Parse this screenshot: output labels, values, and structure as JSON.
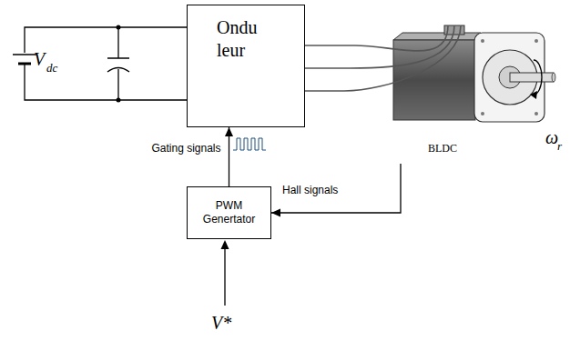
{
  "diagram": {
    "nodes": [
      {
        "text": [
          "Ondu leur"
        ]
      },
      {
        "text": [
          "PWM Genertator"
        ]
      },
      {
        "text": [
          "BLDC"
        ]
      }
    ],
    "edges": [
      {
        "from": 1,
        "to": 0,
        "arrow": "to",
        "label": "Gating signals"
      },
      {
        "from": 0,
        "to": 2,
        "arrow": "none"
      },
      {
        "from": 0,
        "to": 2,
        "arrow": "none"
      },
      {
        "from": 0,
        "to": 2,
        "arrow": "none"
      },
      {
        "from": 2,
        "to": 1,
        "arrow": "to",
        "label": "Hall signals"
      }
    ],
    "labels": [
      "V",
      "dc",
      "ω",
      "r",
      "V*"
    ]
  }
}
